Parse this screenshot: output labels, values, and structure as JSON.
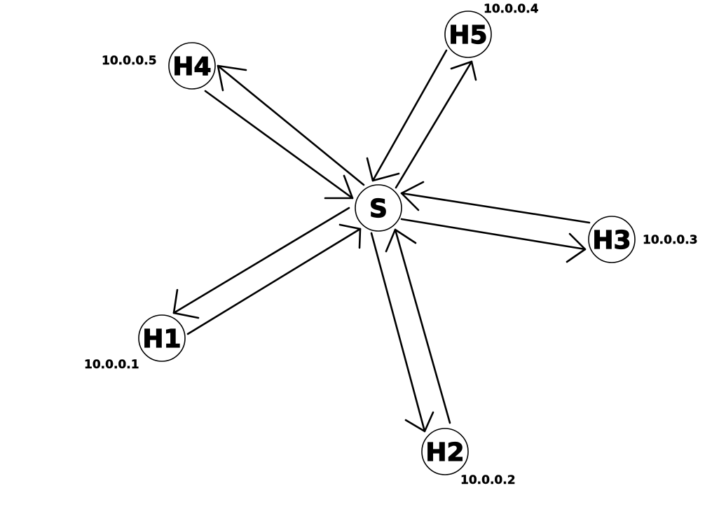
{
  "diagram": {
    "switch": {
      "label": "S"
    },
    "hosts": [
      {
        "id": "h1",
        "label": "H1",
        "ip": "10.0.0.1"
      },
      {
        "id": "h2",
        "label": "H2",
        "ip": "10.0.0.2"
      },
      {
        "id": "h3",
        "label": "H3",
        "ip": "10.0.0.3"
      },
      {
        "id": "h4",
        "label": "H4",
        "ip": "10.0.0.5"
      },
      {
        "id": "h5",
        "label": "H5",
        "ip": "10.0.0.4"
      }
    ],
    "edges": [
      {
        "from": "S",
        "to": "H1"
      },
      {
        "from": "H1",
        "to": "S"
      },
      {
        "from": "S",
        "to": "H2"
      },
      {
        "from": "H2",
        "to": "S"
      },
      {
        "from": "S",
        "to": "H3"
      },
      {
        "from": "H3",
        "to": "S"
      },
      {
        "from": "S",
        "to": "H4"
      },
      {
        "from": "H4",
        "to": "S"
      },
      {
        "from": "S",
        "to": "H5"
      },
      {
        "from": "H5",
        "to": "S"
      }
    ]
  }
}
